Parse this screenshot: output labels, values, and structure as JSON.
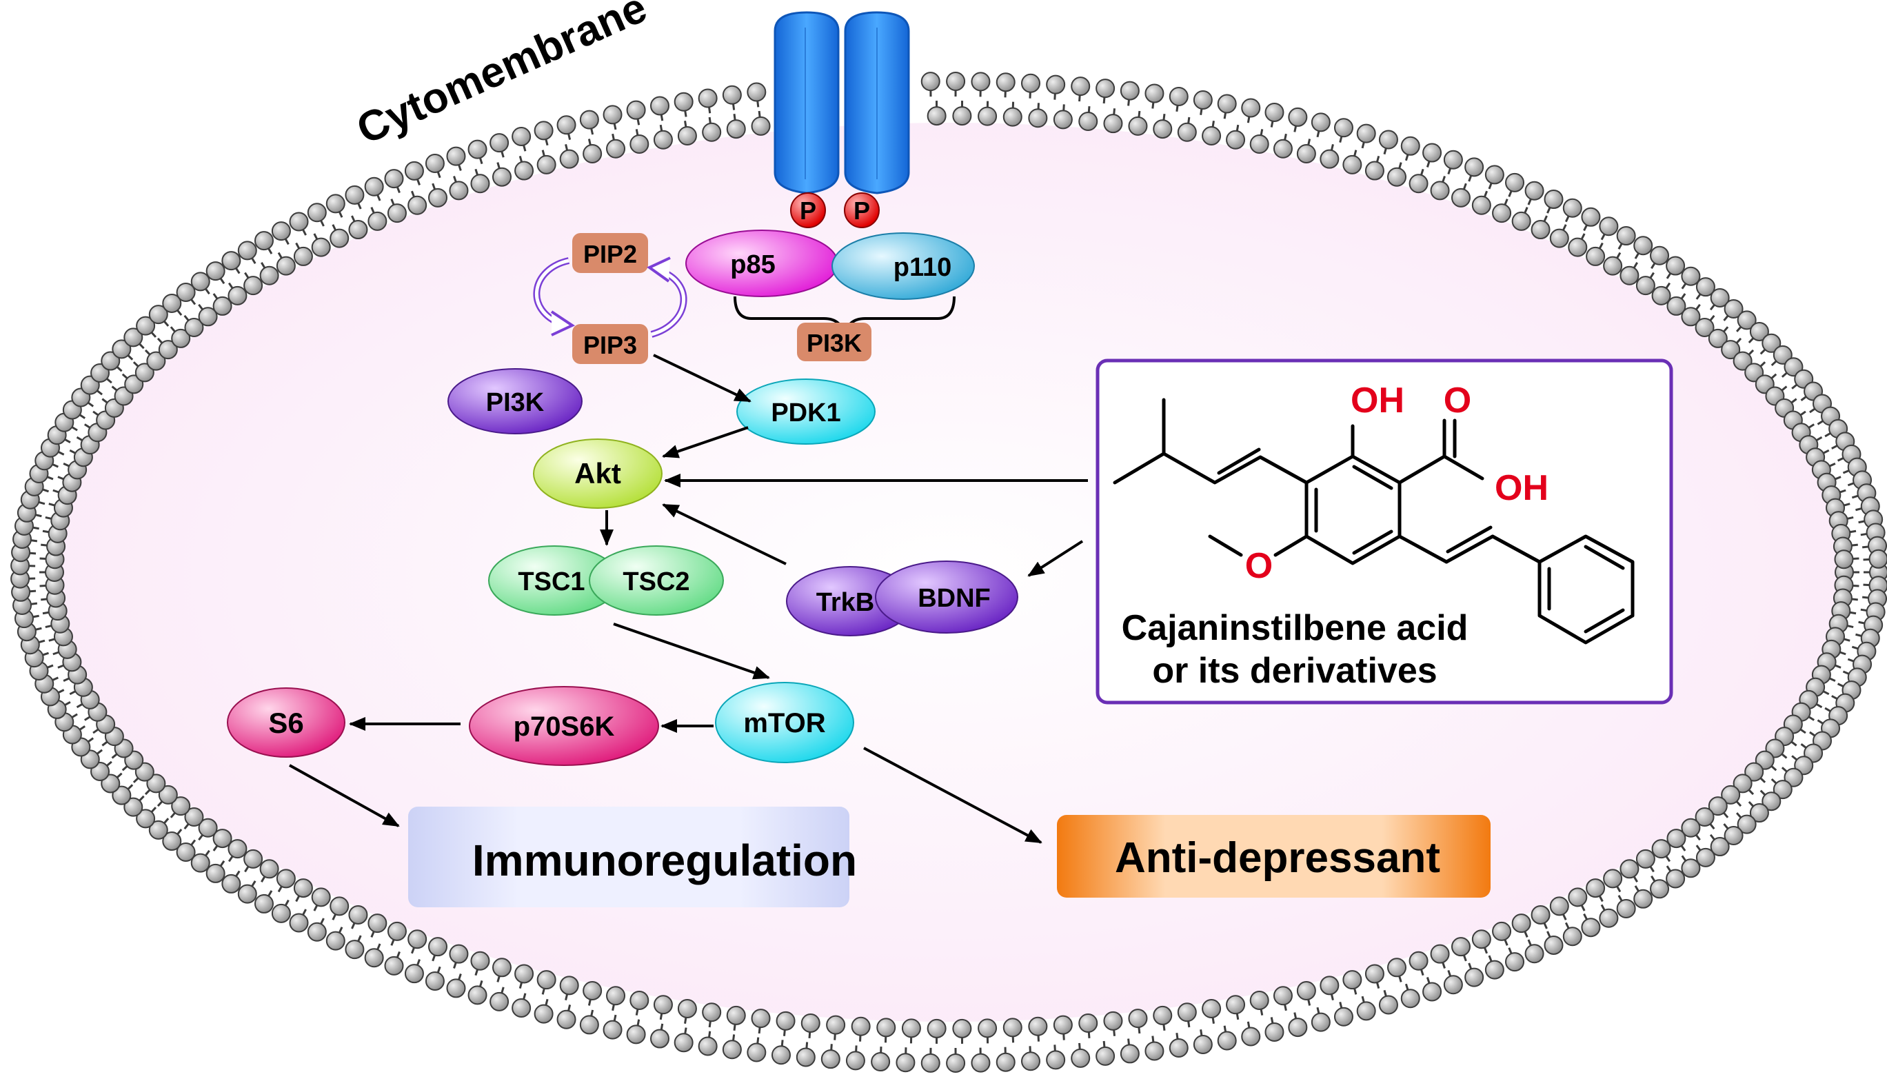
{
  "membrane_label": "Cytomembrane",
  "phospho": [
    "P",
    "P"
  ],
  "pi3k_complex": {
    "p85": "p85",
    "p110": "p110",
    "pi3k_box": "PI3K"
  },
  "lipids": {
    "pip2": "PIP2",
    "pip3": "PIP3"
  },
  "nodes": {
    "pi3k": "PI3K",
    "pdk1": "PDK1",
    "akt": "Akt",
    "tsc1": "TSC1",
    "tsc2": "TSC2",
    "mtor": "mTOR",
    "p70s6k": "p70S6K",
    "s6": "S6",
    "trkb": "TrkB",
    "bdnf": "BDNF"
  },
  "outcomes": {
    "immuno": "Immunoregulation",
    "antidep": "Anti-depressant"
  },
  "compound": {
    "oh_top": "OH",
    "o_acid": "O",
    "oh_acid": "OH",
    "o_methoxy": "O",
    "caption_line1": "Cajaninstilbene acid",
    "caption_line2": "or its derivatives"
  },
  "colors": {
    "membrane_fill": "#fdf3fb",
    "receptor": "#1e7fe6",
    "pip_box": "#d98a6a",
    "compound_border": "#6a2fb5",
    "immuno_box": "#dfe3fb",
    "antidep_box": "#f58a1f",
    "heteroatom": "#e3001b"
  }
}
